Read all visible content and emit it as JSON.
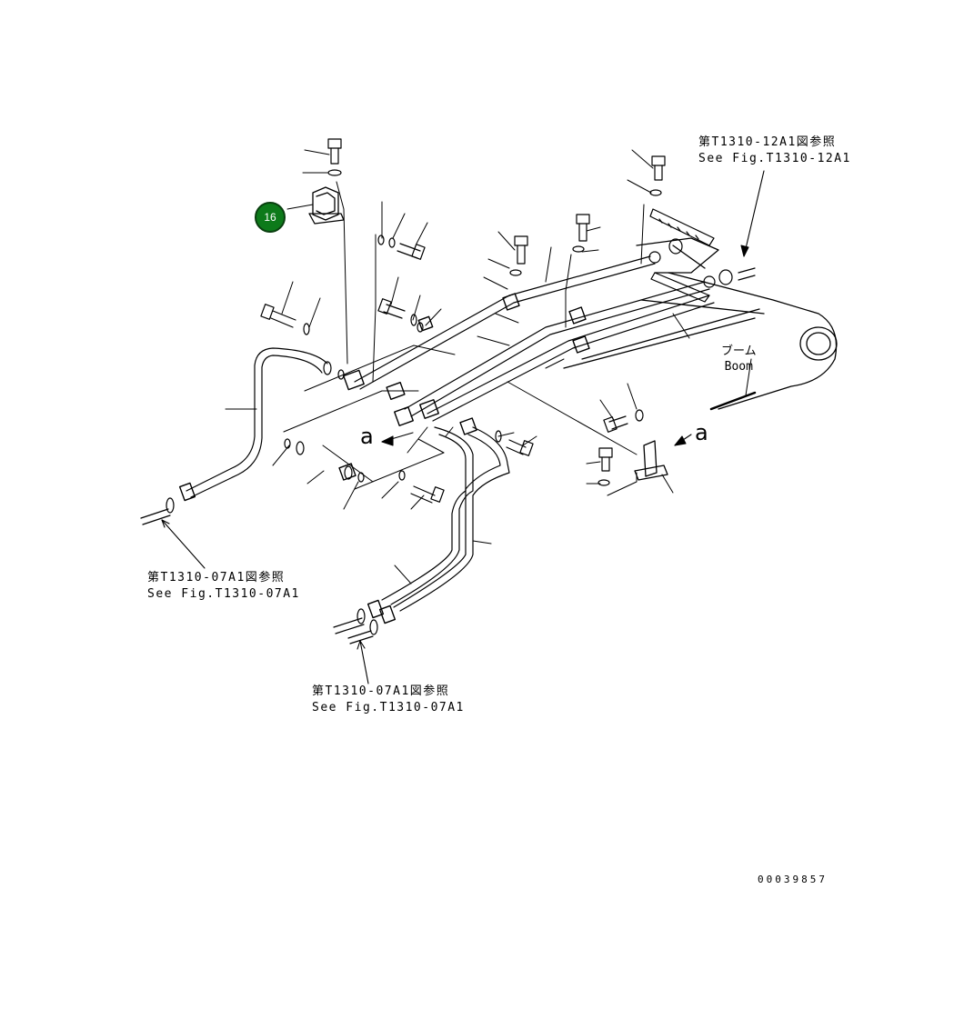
{
  "callouts": [
    {
      "label": "16",
      "color": "#0d7a1a"
    }
  ],
  "references": {
    "top_right": {
      "jp": "第T1310-12A1図参照",
      "en": "See Fig.T1310-12A1"
    },
    "left": {
      "jp": "第T1310-07A1図参照",
      "en": "See Fig.T1310-07A1"
    },
    "bottom": {
      "jp": "第T1310-07A1図参照",
      "en": "See Fig.T1310-07A1"
    }
  },
  "boom": {
    "jp": "ブーム",
    "en": "Boom"
  },
  "view_markers": {
    "left": "a",
    "right": "a"
  },
  "drawing_number": "00039857"
}
